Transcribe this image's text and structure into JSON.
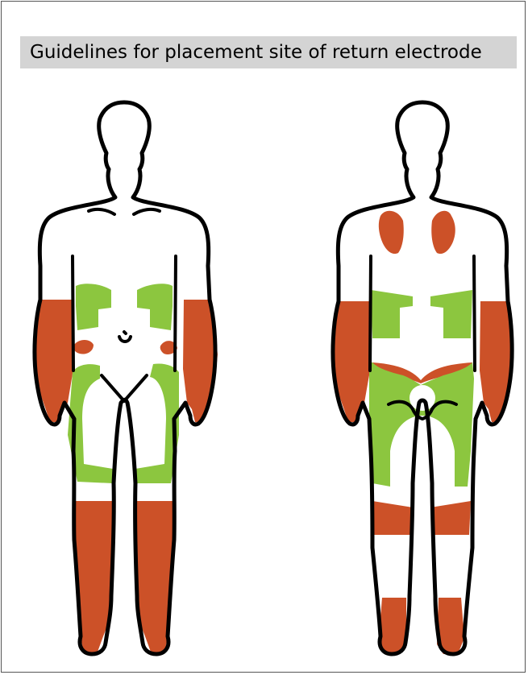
{
  "title": "Guidelines for placement site of return electrode",
  "colors": {
    "recommended": "#8cc63f",
    "not_recommended": "#cc5128",
    "outline": "#000000",
    "title_background": "#d4d4d4",
    "frame_border": "#555555"
  },
  "figures": [
    {
      "view": "front"
    },
    {
      "view": "back"
    }
  ]
}
